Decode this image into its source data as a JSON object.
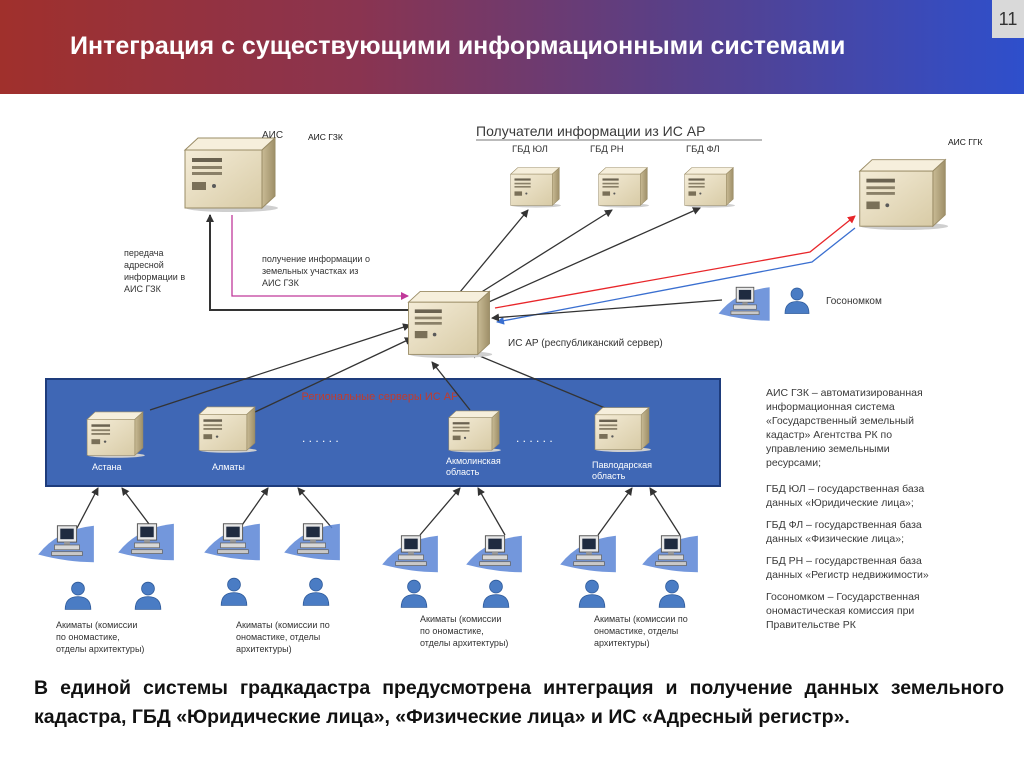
{
  "slide": {
    "title": "Интеграция с существующими информационными системами",
    "page_number": "11"
  },
  "diagram": {
    "ais_gzk_tag": "АИС ГЗК",
    "ais_label": "АИС",
    "ais_ggk_tag": "АИС ГГК",
    "receivers_title": "Получатели информации из ИС АР",
    "receivers": [
      "ГБД ЮЛ",
      "ГБД РН",
      "ГБД ФЛ"
    ],
    "transfer_text": [
      "передача",
      "адресной",
      "информации в",
      "АИС ГЗК"
    ],
    "receive_text": [
      "получение информации о",
      "земельных участках из",
      "АИС ГЗК"
    ],
    "central_server": "ИС АР (республиканский сервер)",
    "gosonomkom": "Госономком",
    "region_band_label": "Региональные серверы ИС АР",
    "regions": [
      {
        "name": [
          "Астана"
        ]
      },
      {
        "name": [
          "Алматы"
        ]
      },
      {
        "name": [
          "Акмолинская",
          "область"
        ]
      },
      {
        "name": [
          "Павлодарская",
          "область"
        ]
      }
    ],
    "ellipsis": ". . .   . . .",
    "akimat_groups": [
      [
        "Акиматы (комиссии",
        "по ономастике,",
        "отделы архитектуры)"
      ],
      [
        "Акиматы (комиссии по",
        "ономастике, отделы",
        "архитектуры)"
      ],
      [
        "Акиматы (комиссии",
        "по ономастике,",
        "отделы архитектуры)"
      ],
      [
        "Акиматы (комиссии по",
        "ономастике, отделы",
        "архитектуры)"
      ]
    ],
    "legend": [
      {
        "abbr": "АИС ГЗК",
        "lines": [
          "АИС ГЗК – автоматизированная",
          "информационная система",
          "«Государственный земельный",
          "кадастр» Агентства РК по",
          "управлению земельными",
          "ресурсами;"
        ]
      },
      {
        "abbr": "ГБД ЮЛ",
        "lines": [
          "ГБД ЮЛ – государственная база",
          "данных «Юридические лица»;"
        ]
      },
      {
        "abbr": "ГБД ФЛ",
        "lines": [
          "ГБД ФЛ – государственная база",
          "данных «Физические лица»;"
        ]
      },
      {
        "abbr": "ГБД РН",
        "lines": [
          "ГБД РН – государственная база",
          "данных «Регистр недвижимости»"
        ]
      },
      {
        "abbr": "Госономком",
        "lines": [
          "Госономком – Государственная",
          "ономастическая комиссия при",
          "Правительстве РК"
        ]
      }
    ]
  },
  "caption": "В единой системы градкадастра предусмотрена интеграция и получение данных земельного кадастра, ГБД «Юридические лица», «Физические лица» и ИС «Адресный регистр».",
  "colors": {
    "band_fill": "#3f67b5",
    "server_body": "#e9dfc6",
    "server_side": "#bfb08a",
    "arrow_dark": "#333333",
    "arrow_magenta": "#c0399a",
    "arrow_red": "#e8262a",
    "arrow_blue": "#3a6fd0"
  }
}
